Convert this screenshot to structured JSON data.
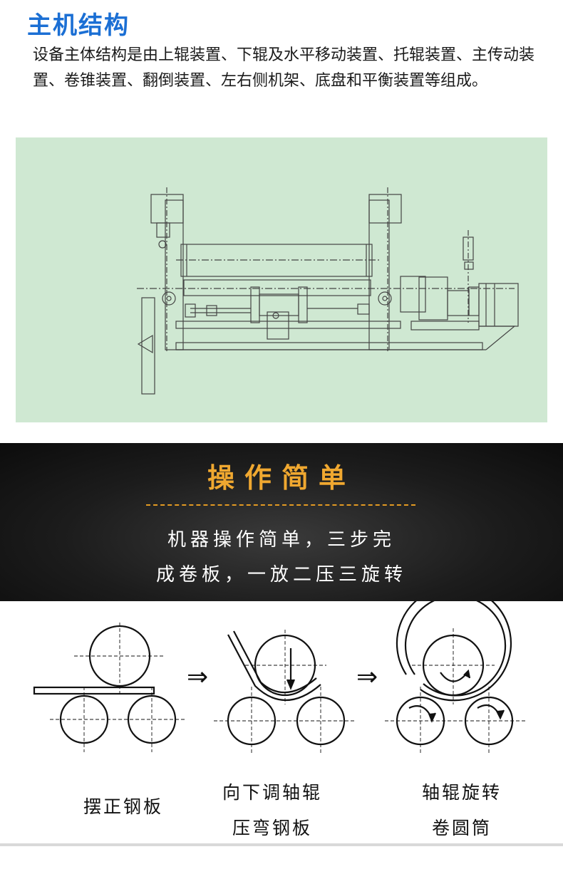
{
  "section1": {
    "title": "主机结构",
    "description": "设备主体结构是由上辊装置、下辊及水平移动装置、托辊装置、主传动装置、卷锥装置、翻倒装置、左右侧机架、底盘和平衡装置等组成。"
  },
  "section2": {
    "title": "操作简单",
    "slogan_line1": "机器操作简单，三步完",
    "slogan_line2": "成卷板，一放二压三旋转"
  },
  "steps": {
    "arrow_symbol": "⇒",
    "step1_caption": "摆正钢板",
    "step2_caption_line1": "向下调轴辊",
    "step2_caption_line2": "压弯钢板",
    "step3_caption_line1": "轴辊旋转",
    "step3_caption_line2": "卷圆筒"
  },
  "colors": {
    "title_blue": "#1b6fd4",
    "panel_green": "#cfe8d2",
    "accent_orange": "#f0a830",
    "band_dark": "#1c1c1c"
  }
}
